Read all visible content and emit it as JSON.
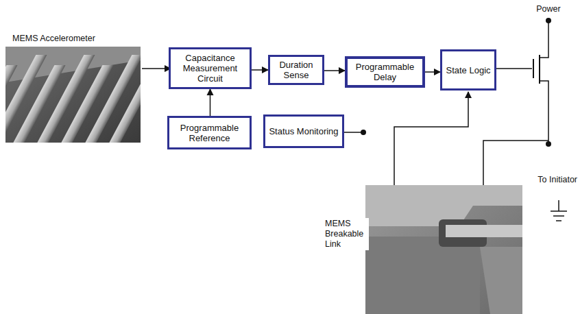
{
  "diagram": {
    "nodes": [
      {
        "text": [
          "Capacitance Measurement Circuit"
        ]
      },
      {
        "text": [
          "Programmable Reference"
        ]
      },
      {
        "text": [
          "Duration Sense"
        ]
      },
      {
        "text": [
          "Programmable Delay"
        ]
      },
      {
        "text": [
          "State Logic"
        ]
      },
      {
        "text": [
          "Status Monitoring"
        ]
      }
    ],
    "edges": [
      {
        "from": 1,
        "to": 0,
        "arrow": "to"
      },
      {
        "from": 0,
        "to": 2,
        "arrow": "to"
      },
      {
        "from": 2,
        "to": 3,
        "arrow": "to"
      },
      {
        "from": 3,
        "to": 4,
        "arrow": "to"
      }
    ],
    "labels": [
      "MEMS Accelerometer",
      "Power",
      "To Initiator",
      "MEMS Breakable Link"
    ]
  }
}
